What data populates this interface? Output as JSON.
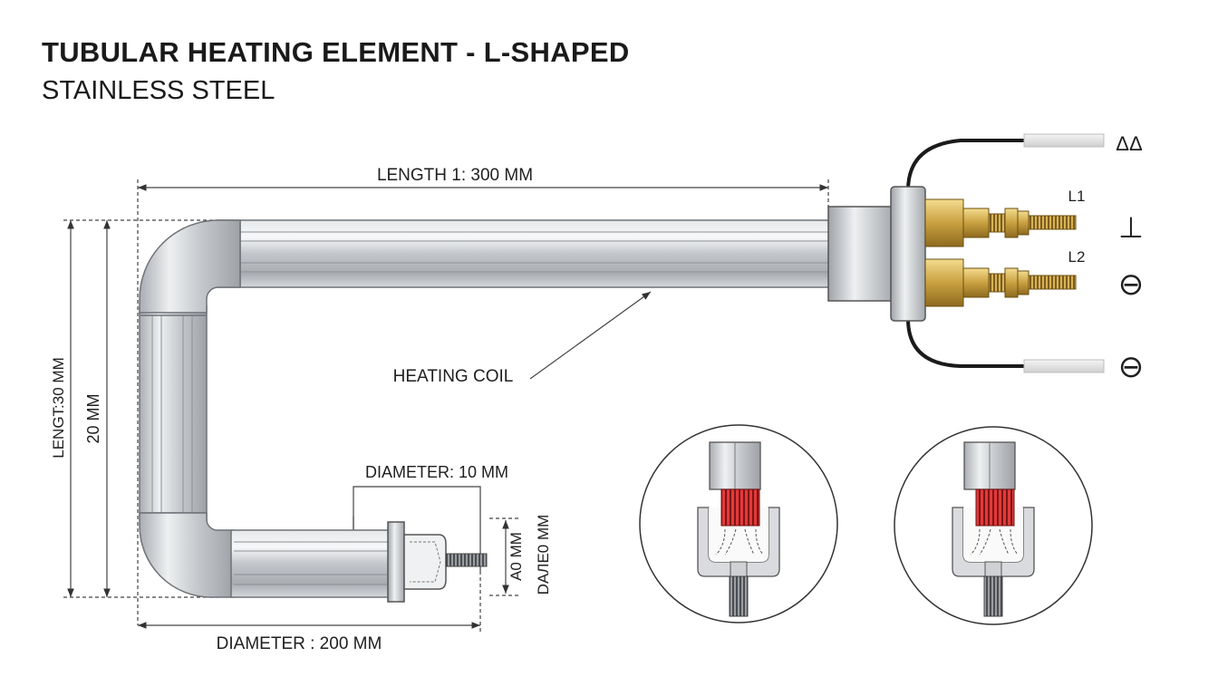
{
  "title": "TUBULAR HEATING ELEMENT - L-SHAPED",
  "subtitle": "STAINLESS STEEL",
  "dimensions": {
    "length_top": "LENGTH 1: 300 MM",
    "vertical_outer": "LENGT:30 MM",
    "vertical_inner": "20  MM",
    "bottom": "DIAMETER : 200 MM",
    "tube_diameter": "DIAMETER: 10 MM",
    "small_dim_1": "A0 MM",
    "small_dim_2": "DAЛE0 MM"
  },
  "callouts": {
    "heating_coil": "HEATING COIL"
  },
  "terminals": {
    "l1": "L1",
    "l2": "L2",
    "symbol_top": "ΔΔ",
    "symbol_ground": "⊥",
    "symbol_mid": "⊖",
    "symbol_bottom": "⊖"
  },
  "colors": {
    "tube": "#c9ccd0",
    "brass": "#c8a24a",
    "coil_red": "#c42a2a",
    "wire": "#222222",
    "line": "#333333"
  }
}
